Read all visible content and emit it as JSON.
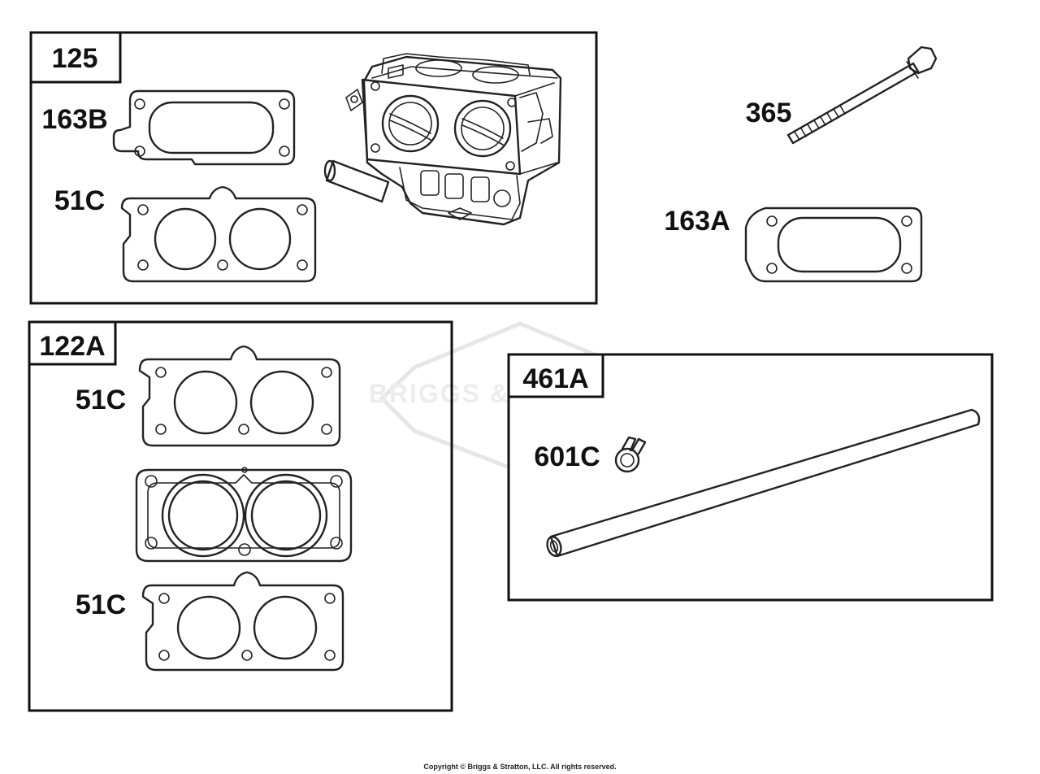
{
  "watermark": "BRIGGS & STRATTON",
  "copyright": "Copyright © Briggs & Stratton, LLC. All rights reserved.",
  "groups": {
    "g125": {
      "label": "125",
      "parts": {
        "gasket_163b": "163B",
        "gasket_51c": "51C"
      }
    },
    "g122a": {
      "label": "122A",
      "parts": {
        "gasket_51c_top": "51C",
        "gasket_51c_bottom": "51C"
      }
    },
    "g461a": {
      "label": "461A",
      "parts": {
        "clamp_601c": "601C"
      }
    }
  },
  "loose_parts": {
    "bolt_365": "365",
    "gasket_163a": "163A"
  },
  "icons": {
    "throttle_body": "throttle-body-icon",
    "bolt": "bolt-icon",
    "gasket": "gasket-icon",
    "spacer": "spacer-icon",
    "hose": "hose-icon",
    "clamp": "clamp-icon"
  }
}
